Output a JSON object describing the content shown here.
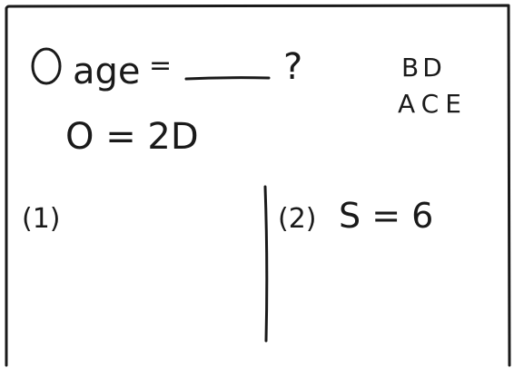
{
  "equation": {
    "age_text": "age",
    "equals": "=",
    "question": "?"
  },
  "relation": {
    "text": "O = 2D"
  },
  "letters": {
    "row1": "BD",
    "row2": "ACE"
  },
  "clue1": {
    "label": "(1)"
  },
  "clue2": {
    "label": "(2)",
    "statement": "S = 6"
  }
}
